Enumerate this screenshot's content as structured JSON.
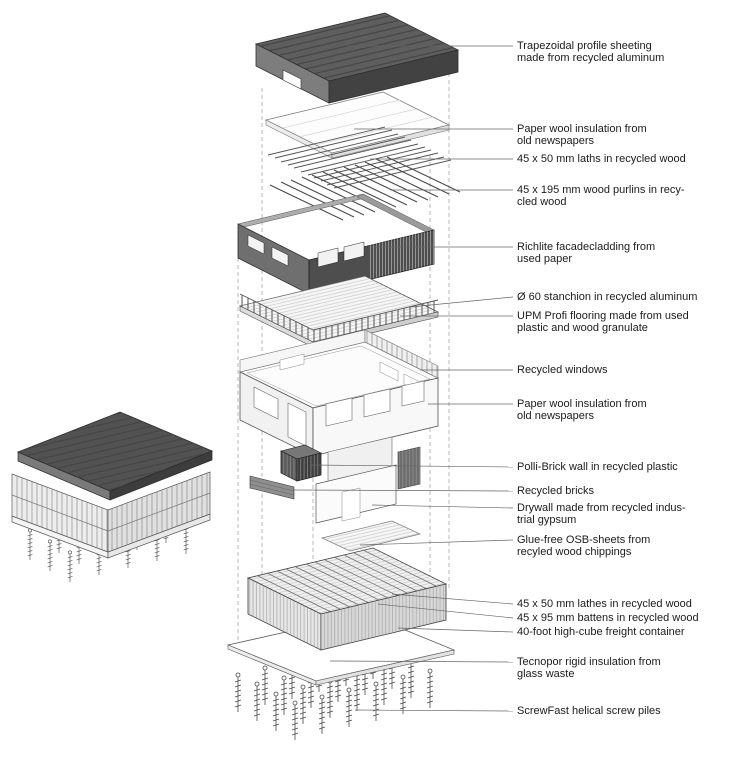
{
  "figure": {
    "kind": "exploded axonometric construction diagram",
    "palette": {
      "background": "#ffffff",
      "ink": "#1b1b1b",
      "leader_line": "#666666",
      "roof_dark": "#5e5e5e",
      "facade_dark": "#4e4e4e"
    }
  },
  "labels": [
    {
      "id": "roof-sheeting",
      "lines": [
        "Trapezoidal profile sheeting",
        "made from recycled aluminum"
      ]
    },
    {
      "id": "roof-insulation",
      "lines": [
        "Paper wool insulation from",
        "old newspapers"
      ]
    },
    {
      "id": "laths",
      "lines": [
        "45 x 50 mm laths in recycled wood"
      ]
    },
    {
      "id": "purlins",
      "lines": [
        "45 x 195 mm wood purlins in recy-",
        "cled wood"
      ]
    },
    {
      "id": "facade-cladding",
      "lines": [
        "Richlite facadecladding from",
        "used paper"
      ]
    },
    {
      "id": "stanchion",
      "lines": [
        "Ø 60 stanchion in recycled aluminum"
      ]
    },
    {
      "id": "flooring",
      "lines": [
        "UPM Profi flooring made from used",
        "plastic and wood granulate"
      ]
    },
    {
      "id": "windows",
      "lines": [
        "Recycled windows"
      ]
    },
    {
      "id": "wall-insulation",
      "lines": [
        "Paper wool insulation from",
        "old newspapers"
      ]
    },
    {
      "id": "polli-brick",
      "lines": [
        "Polli-Brick wall in recycled plastic"
      ]
    },
    {
      "id": "bricks",
      "lines": [
        "Recycled bricks"
      ]
    },
    {
      "id": "drywall",
      "lines": [
        "Drywall made from recycled indus-",
        "trial gypsum"
      ]
    },
    {
      "id": "osb-sheets",
      "lines": [
        "Glue-free OSB-sheets from",
        "recyled wood chippings"
      ]
    },
    {
      "id": "lathes",
      "lines": [
        "45 x 50 mm lathes in recycled wood"
      ]
    },
    {
      "id": "battens",
      "lines": [
        "45 x 95 mm battens in recycled wood"
      ]
    },
    {
      "id": "container",
      "lines": [
        "40-foot high-cube freight container"
      ]
    },
    {
      "id": "tecnopor",
      "lines": [
        "Tecnopor rigid insulation from",
        "glass waste"
      ]
    },
    {
      "id": "screw-piles",
      "lines": [
        "ScrewFast helical screw piles"
      ]
    }
  ]
}
